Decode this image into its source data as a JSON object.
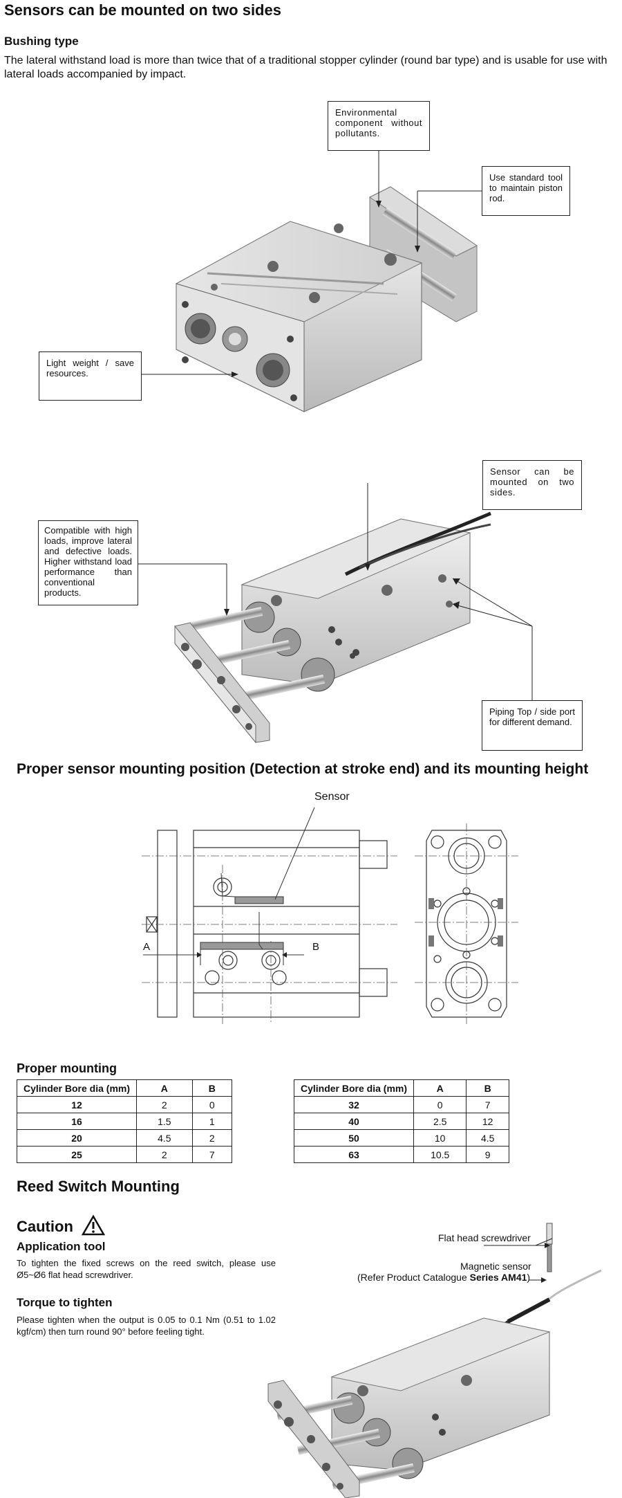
{
  "page_title": "Sensors can be mounted on two sides",
  "bushing": {
    "heading": "Bushing type",
    "text": "The lateral withstand load is more than twice that of a traditional stopper cylinder (round bar type) and is usable for use with lateral loads accompanied by impact."
  },
  "callouts": {
    "environmental": "Environmental component without pollutants.",
    "standard_tool": "Use standard tool to maintain piston rod.",
    "light_weight": "Light weight / save resources.",
    "sensor_two_sides": "Sensor can be mounted on two sides.",
    "high_loads": "Compatible with high loads, improve lateral and defective loads. Higher withstand load performance than conventional products.",
    "piping": "Piping Top / side port for different demand."
  },
  "mounting_section": {
    "title": "Proper sensor mounting position (Detection at stroke end) and its mounting height",
    "sensor_label": "Sensor",
    "label_a": "A",
    "label_b": "B"
  },
  "proper_mounting": {
    "heading": "Proper mounting",
    "headers": [
      "Cylinder Bore dia (mm)",
      "A",
      "B"
    ],
    "table_left": [
      [
        "12",
        "2",
        "0"
      ],
      [
        "16",
        "1.5",
        "1"
      ],
      [
        "20",
        "4.5",
        "2"
      ],
      [
        "25",
        "2",
        "7"
      ]
    ],
    "table_right": [
      [
        "32",
        "0",
        "7"
      ],
      [
        "40",
        "2.5",
        "12"
      ],
      [
        "50",
        "10",
        "4.5"
      ],
      [
        "63",
        "10.5",
        "9"
      ]
    ]
  },
  "reed": {
    "title": "Reed Switch Mounting",
    "caution": "Caution",
    "app_tool_heading": "Application tool",
    "app_tool_text": "To tighten the fixed screws on the reed switch, please use Ø5~Ø6 flat head screwdriver.",
    "torque_heading": "Torque to tighten",
    "torque_text": "Please tighten when the output is 0.05 to 0.1 Nm (0.51 to 1.02 kgf/cm) then turn round 90° before feeling tight.",
    "screwdriver_label": "Flat head screwdriver",
    "magnetic_label": "Magnetic sensor",
    "catalogue_prefix": "(Refer Product Catalogue ",
    "catalogue_series": "Series AM41",
    "catalogue_suffix": ")"
  }
}
